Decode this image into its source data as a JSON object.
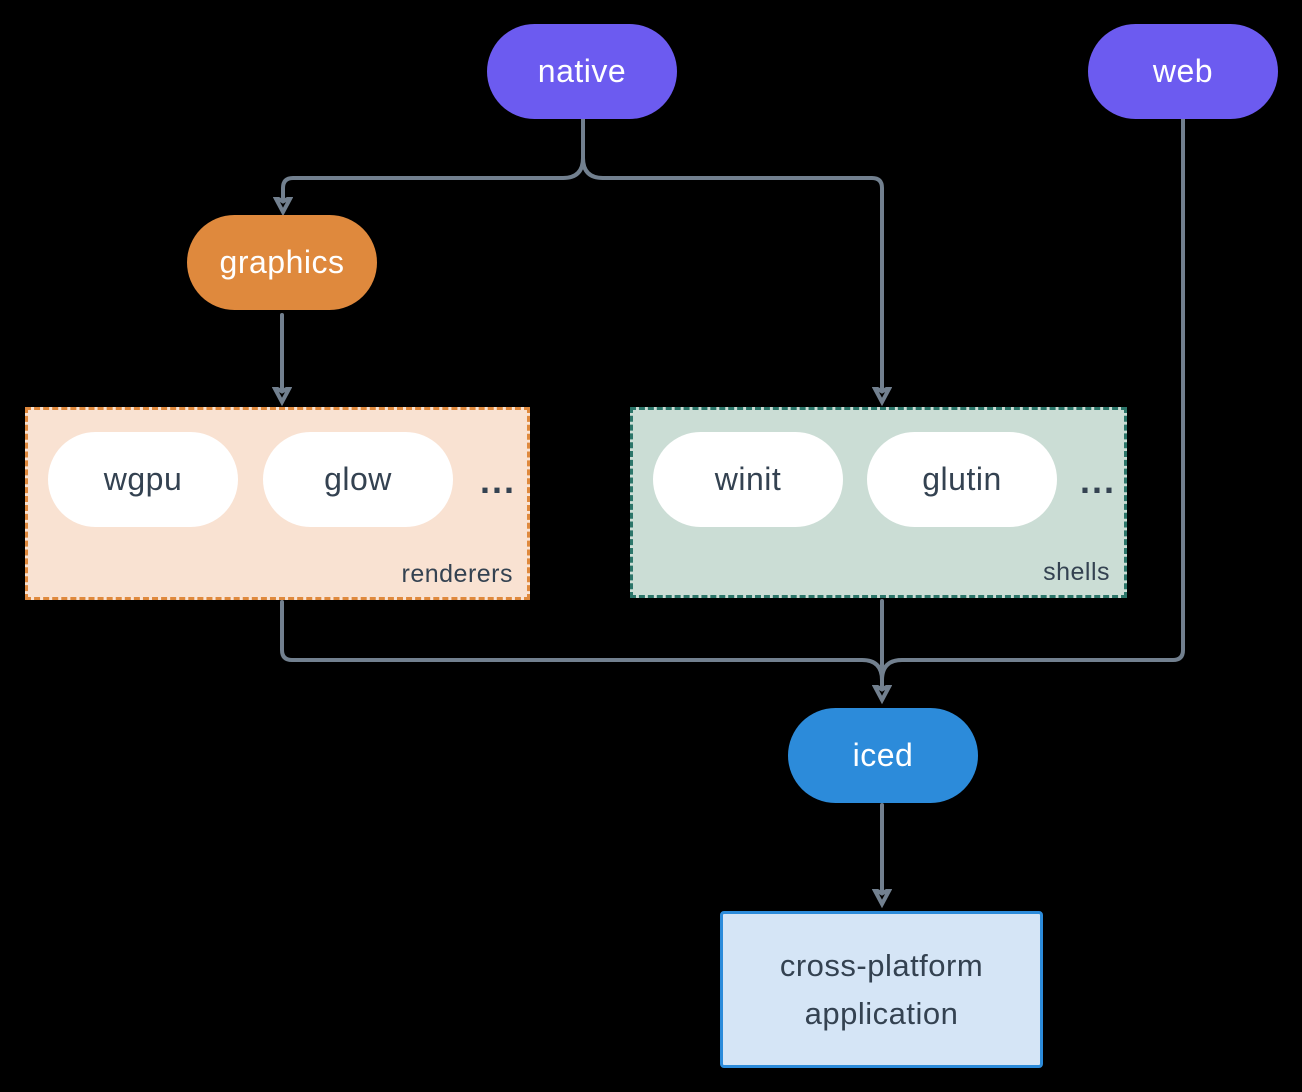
{
  "canvas": {
    "background": "#000000",
    "line_color": "#72808F"
  },
  "nodes": {
    "native": {
      "label": "native",
      "bg": "#6C5BF0",
      "text_color": "#FFFFFF"
    },
    "web": {
      "label": "web",
      "bg": "#6C5BF0",
      "text_color": "#FFFFFF"
    },
    "graphics": {
      "label": "graphics",
      "bg": "#DF893D",
      "text_color": "#FFFFFF"
    },
    "iced": {
      "label": "iced",
      "bg": "#2C8BDA",
      "text_color": "#FFFFFF"
    },
    "application": {
      "line1": "cross-platform",
      "line2": "application",
      "bg": "#D5E5F6",
      "border": "#2C8BDA",
      "text_color": "#344251"
    }
  },
  "groups": {
    "renderers": {
      "label": "renderers",
      "bg": "#F9E2D2",
      "border": "#DF893D",
      "items": [
        "wgpu",
        "glow"
      ],
      "ellipsis": "..."
    },
    "shells": {
      "label": "shells",
      "bg": "#CBDDD5",
      "border": "#2C766A",
      "items": [
        "winit",
        "glutin"
      ],
      "ellipsis": "..."
    }
  }
}
